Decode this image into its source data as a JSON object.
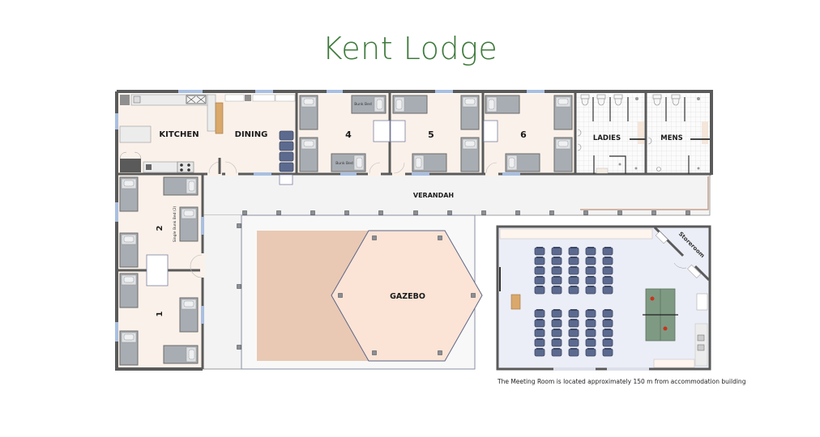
{
  "title": "Kent Lodge",
  "colors": {
    "title": "#3e7a3c",
    "wall": "#5a5a5a",
    "floor": "#faf1ea",
    "verandah": "#f3f3f3",
    "bed": "#a8adb3",
    "chair": "#5c6a8f",
    "gazebo": "#fbe4d6",
    "paved": "#e9c9b4",
    "meeting_floor": "#eceef7",
    "pingpong": "#7f9a83",
    "window": "#a9bfe0",
    "bench_wood": "#d9a86a"
  },
  "rooms": {
    "kitchen": "KITCHEN",
    "dining": "DINING",
    "room4": "4",
    "room5": "5",
    "room6": "6",
    "ladies": "LADIES",
    "mens": "MENS",
    "room2": "2",
    "room1": "1",
    "verandah": "VERANDAH",
    "gazebo": "GAZEBO",
    "storeroom": "Storeroom"
  },
  "bed_labels": {
    "bunk_top": "Bunk Bed",
    "bunk_bottom": "Bunk Bed",
    "single_bunk": "Single Bunk Bed (2)"
  },
  "footnote": "The Meeting Room is located approximately 150 m from accommodation building"
}
